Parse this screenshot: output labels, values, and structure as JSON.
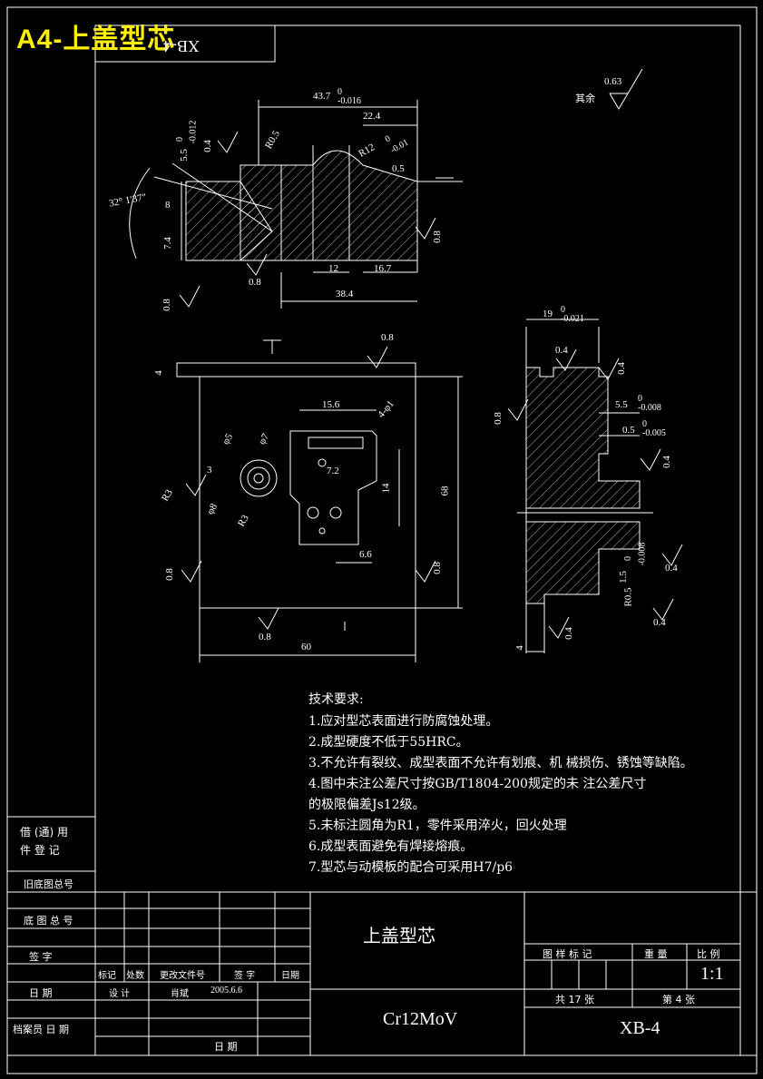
{
  "banner": "A4-上盖型芯",
  "code_rotated": "XB-4",
  "roughness": {
    "label": "其余",
    "value": "0.63"
  },
  "dims": {
    "d43": "43.7",
    "d43_tol_top": "0",
    "d43_tol_bot": "-0.016",
    "d22": "22.4",
    "r05": "R0.5",
    "r12": "R12",
    "r12_tol_top": "0",
    "r12_tol_bot": "-0.01",
    "d05": "0.5",
    "d55": "5.5",
    "d55_tol_top": "0",
    "d55_tol_bot": "-0.012",
    "ra04a": "0.4",
    "angle": "32° 1′37″",
    "d8": "8",
    "d74": "7.4",
    "ra08a": "0.8",
    "d12": "12",
    "d167": "16.7",
    "ra08b": "0.8",
    "d384": "38.4",
    "ra08c": "0.8",
    "d4": "4",
    "ra08top": "0.8",
    "d156": "15.6",
    "d4phi1": "4-φ1",
    "phi5": "φ5",
    "phi7": "φ7",
    "d3": "3",
    "r3a": "R3",
    "d72": "7.2",
    "d14": "14",
    "d68": "68",
    "phi8": "φ8",
    "r3b": "R3",
    "d66": "6.6",
    "ra08l": "0.8",
    "ra08r": "0.8",
    "ra08bot": "0.8",
    "d60": "60",
    "d19": "19",
    "d19_tol_top": "0",
    "d19_tol_bot": "-0.021",
    "ra04b": "0.4",
    "ra04c": "0.4",
    "ra08s": "0.8",
    "d55b": "5.5",
    "d55b_tol_top": "0",
    "d55b_tol_bot": "-0.008",
    "d05b": "0.5",
    "d05b_tol_top": "0",
    "d05b_tol_bot": "-0.005",
    "ra04d": "0.4",
    "ra04e": "0.4",
    "d15": "1.5",
    "d15_tol_top": "0",
    "d15_tol_bot": "-0.008",
    "r05b": "R0.5",
    "ra04f": "0.4",
    "ra04g": "0.4",
    "d4b": "4"
  },
  "tech": {
    "title": "技术要求:",
    "items": [
      "1.应对型芯表面进行防腐蚀处理。",
      "2.成型硬度不低于55HRC。",
      "3.不允许有裂纹、成型表面不允许有划痕、机  械损伤、锈蚀等缺陷。",
      "4.图中未注公差尺寸按GB/T1804-200规定的未  注公差尺寸",
      "的极限偏差Js12级。",
      "5.未标注圆角为R1，零件采用淬火，回火处理",
      "6.成型表面避免有焊接熔痕。",
      "7.型芯与动模板的配合可采用H7/p6"
    ]
  },
  "title_block": {
    "jie_tong_1": "借 (通) 用",
    "jie_tong_2": "件 登 记",
    "jiu_di": "旧底图总号",
    "di_tu": "底 图 总 号",
    "qian_zi_left": "签   字",
    "ri_qi_left": "日   期",
    "dang_an": "档案员  日  期",
    "h_biaoji": "标记",
    "h_chushu": "处数",
    "h_gengai": "更改文件号",
    "h_qianzi": "签 字",
    "h_riqi": "日期",
    "design_label": "设 计",
    "designer": "肖斌",
    "design_date": "2005.6.6",
    "riqi_bottom": "日  期",
    "part_name": "上盖型芯",
    "material": "Cr12MoV",
    "tuyang": "图 样 标 记",
    "zhongliang": "重 量",
    "bili": "比 例",
    "scale": "1:1",
    "gong": "共 17 张",
    "di": "第 4 张",
    "drawing_no": "XB-4"
  }
}
